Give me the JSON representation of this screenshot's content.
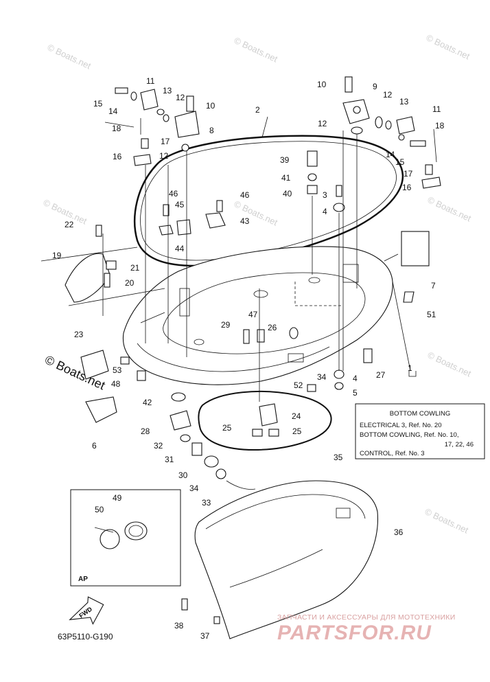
{
  "diagram": {
    "code": "63P5110-G190",
    "fwd_label": "FWD",
    "inset_label": "AP",
    "watermark": "© Boats.net",
    "watermark_large": "© Boats.net",
    "callout_box": {
      "title": "BOTTOM COWLING",
      "lines": [
        "ELECTRICAL 3,  Ref. No. 20",
        "BOTTOM COWLING, Ref. No. 10,",
        "17, 22, 46",
        "CONTROL, Ref. No. 3"
      ]
    },
    "labels": [
      {
        "id": "l1",
        "text": "1"
      },
      {
        "id": "l2",
        "text": "2"
      },
      {
        "id": "l3",
        "text": "3"
      },
      {
        "id": "l4a",
        "text": "4"
      },
      {
        "id": "l4b",
        "text": "4"
      },
      {
        "id": "l5",
        "text": "5"
      },
      {
        "id": "l6",
        "text": "6"
      },
      {
        "id": "l7",
        "text": "7"
      },
      {
        "id": "l8",
        "text": "8"
      },
      {
        "id": "l9",
        "text": "9"
      },
      {
        "id": "l10a",
        "text": "10"
      },
      {
        "id": "l10b",
        "text": "10"
      },
      {
        "id": "l11a",
        "text": "11"
      },
      {
        "id": "l11b",
        "text": "11"
      },
      {
        "id": "l12a",
        "text": "12"
      },
      {
        "id": "l12b",
        "text": "12"
      },
      {
        "id": "l12c",
        "text": "12"
      },
      {
        "id": "l12d",
        "text": "12"
      },
      {
        "id": "l13a",
        "text": "13"
      },
      {
        "id": "l13b",
        "text": "13"
      },
      {
        "id": "l14a",
        "text": "14"
      },
      {
        "id": "l14b",
        "text": "14"
      },
      {
        "id": "l15a",
        "text": "15"
      },
      {
        "id": "l15b",
        "text": "15"
      },
      {
        "id": "l16a",
        "text": "16"
      },
      {
        "id": "l16b",
        "text": "16"
      },
      {
        "id": "l17a",
        "text": "17"
      },
      {
        "id": "l17b",
        "text": "17"
      },
      {
        "id": "l18a",
        "text": "18"
      },
      {
        "id": "l18b",
        "text": "18"
      },
      {
        "id": "l19",
        "text": "19"
      },
      {
        "id": "l20",
        "text": "20"
      },
      {
        "id": "l21",
        "text": "21"
      },
      {
        "id": "l22",
        "text": "22"
      },
      {
        "id": "l23",
        "text": "23"
      },
      {
        "id": "l24",
        "text": "24"
      },
      {
        "id": "l25a",
        "text": "25"
      },
      {
        "id": "l25b",
        "text": "25"
      },
      {
        "id": "l26",
        "text": "26"
      },
      {
        "id": "l27",
        "text": "27"
      },
      {
        "id": "l28",
        "text": "28"
      },
      {
        "id": "l29",
        "text": "29"
      },
      {
        "id": "l30",
        "text": "30"
      },
      {
        "id": "l31",
        "text": "31"
      },
      {
        "id": "l32",
        "text": "32"
      },
      {
        "id": "l33",
        "text": "33"
      },
      {
        "id": "l34a",
        "text": "34"
      },
      {
        "id": "l34b",
        "text": "34"
      },
      {
        "id": "l35",
        "text": "35"
      },
      {
        "id": "l36",
        "text": "36"
      },
      {
        "id": "l37",
        "text": "37"
      },
      {
        "id": "l38",
        "text": "38"
      },
      {
        "id": "l39",
        "text": "39"
      },
      {
        "id": "l40",
        "text": "40"
      },
      {
        "id": "l41",
        "text": "41"
      },
      {
        "id": "l42",
        "text": "42"
      },
      {
        "id": "l43",
        "text": "43"
      },
      {
        "id": "l44",
        "text": "44"
      },
      {
        "id": "l45",
        "text": "45"
      },
      {
        "id": "l46a",
        "text": "46"
      },
      {
        "id": "l46b",
        "text": "46"
      },
      {
        "id": "l47",
        "text": "47"
      },
      {
        "id": "l48",
        "text": "48"
      },
      {
        "id": "l49",
        "text": "49"
      },
      {
        "id": "l50",
        "text": "50"
      },
      {
        "id": "l51",
        "text": "51"
      },
      {
        "id": "l52",
        "text": "52"
      },
      {
        "id": "l53",
        "text": "53"
      }
    ]
  },
  "stamp": {
    "line1": "ЗАПЧАСТИ И АКСЕССУАРЫ ДЛЯ МОТОТЕХНИКИ",
    "line2": "PARTSFOR.RU"
  }
}
